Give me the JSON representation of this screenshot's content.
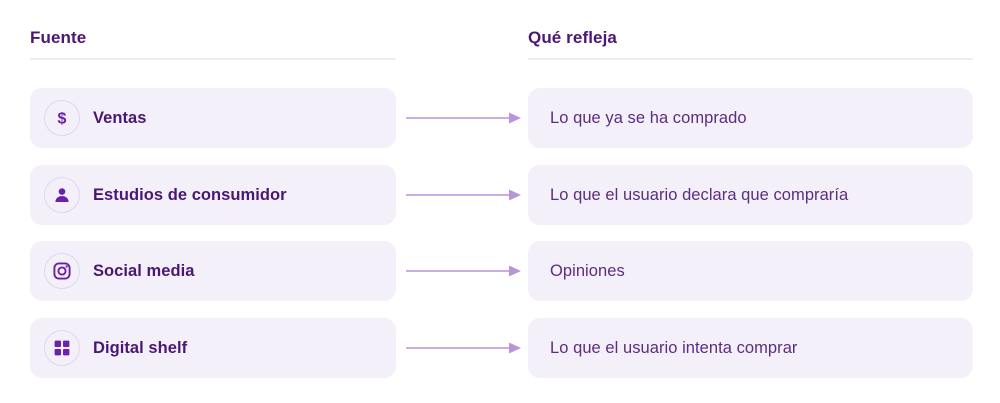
{
  "columns": {
    "left_header": "Fuente",
    "right_header": "Qué refleja"
  },
  "colors": {
    "header_text": "#4A1772",
    "card_bg": "#F3F0FA",
    "icon_purple": "#6B21A8",
    "icon_ring": "#E0D6F0",
    "arrow": "#C9AEE3",
    "body_text": "#5D2D7E",
    "divider": "#EDEAF6",
    "page_bg": "#FFFFFF"
  },
  "rows": [
    {
      "icon": "dollar-circle-icon",
      "source": "Ventas",
      "arrow": "arrow-right",
      "reflects": "Lo que ya se ha comprado"
    },
    {
      "icon": "user-icon",
      "source": "Estudios de consumidor",
      "arrow": "arrow-right",
      "reflects": "Lo que el usuario declara que compraría"
    },
    {
      "icon": "instagram-icon",
      "source": "Social media",
      "arrow": "arrow-right",
      "reflects": "Opiniones"
    },
    {
      "icon": "grid-icon",
      "source": "Digital shelf",
      "arrow": "arrow-right",
      "reflects": "Lo que el usuario intenta comprar"
    }
  ]
}
